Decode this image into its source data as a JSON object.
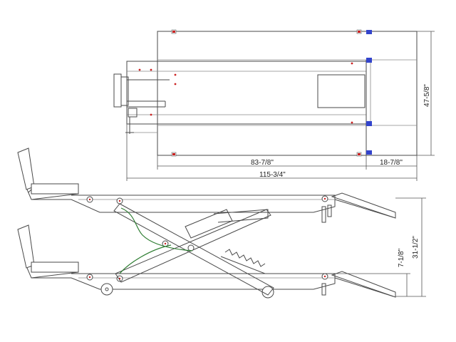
{
  "dimensions": {
    "width_total": "47-5/8\"",
    "length_inner": "83-7/8\"",
    "length_end": "18-7/8\"",
    "length_total": "115-3/4\"",
    "height_max": "31-1/2\"",
    "height_min": "7-1/8\""
  },
  "colors": {
    "line": "#4a4a4a",
    "hydraulic_hose": "#2e7d32",
    "red_marker": "#cc2222",
    "blue_clamp": "#3344cc"
  }
}
